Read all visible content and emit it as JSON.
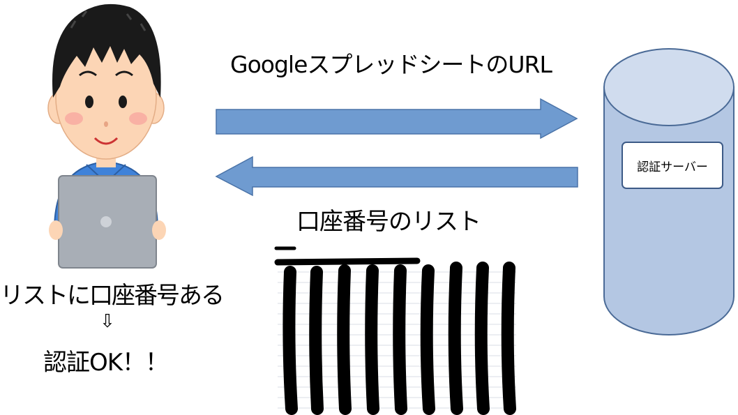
{
  "request_label": "GoogleスプレッドシートのURL",
  "response_label": "口座番号のリスト",
  "server_label": "認証サーバー",
  "user_status": {
    "line1": "リストに口座番号ある",
    "arrow": "⇩",
    "line2": "認証OK！！"
  },
  "colors": {
    "arrow_fill": "#6f9bd0",
    "arrow_stroke": "#4a73a8",
    "server_fill": "#b4c7e3",
    "server_top": "#d0dcee",
    "server_stroke": "#4a6a96",
    "skin": "#fcd5b5",
    "hair": "#1a1a1a",
    "shirt": "#3f82d9",
    "laptop": "#a8aeb6",
    "redaction": "#000000"
  },
  "icons": {
    "user": "person-at-laptop-illustration",
    "server": "database-cylinder-icon"
  }
}
